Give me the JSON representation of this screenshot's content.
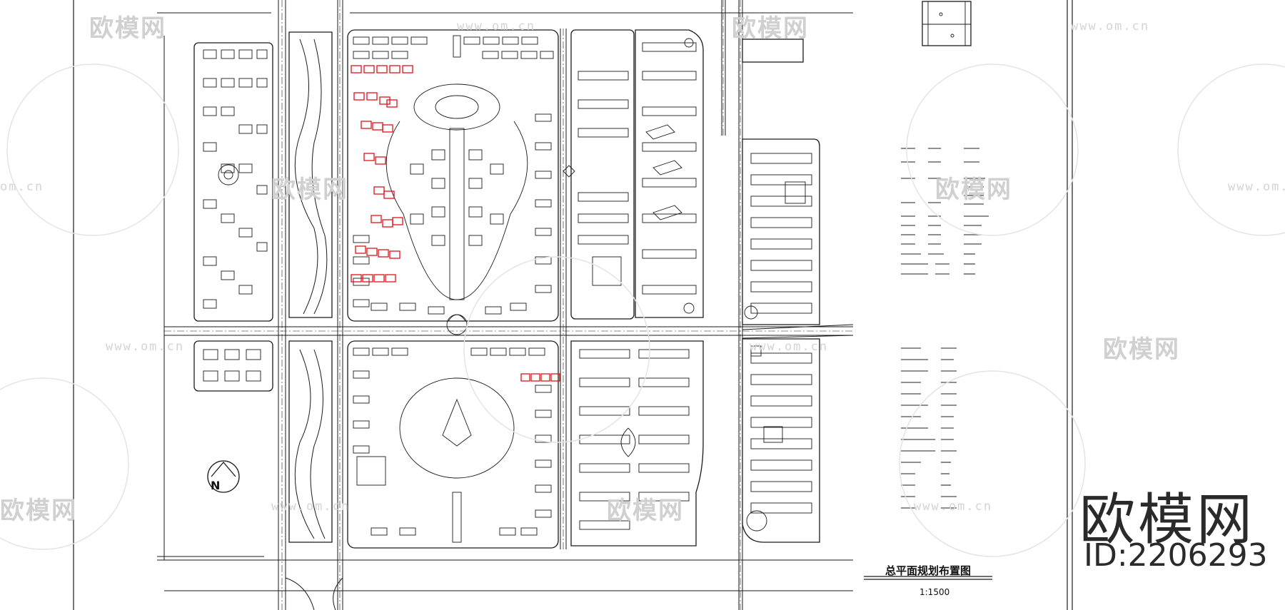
{
  "drawing": {
    "title": "总平面规划布置图",
    "scale": "1:1500",
    "north_label": "N"
  },
  "watermark": {
    "brand": "欧模网",
    "url": "www.om.cn",
    "url_short": "om.cn"
  },
  "logo": {
    "brand": "欧模网",
    "id": "ID:2206293"
  },
  "colors": {
    "line": "#1a1a1a",
    "highlight": "#e0121b",
    "watermark": "#d0d0d0"
  }
}
